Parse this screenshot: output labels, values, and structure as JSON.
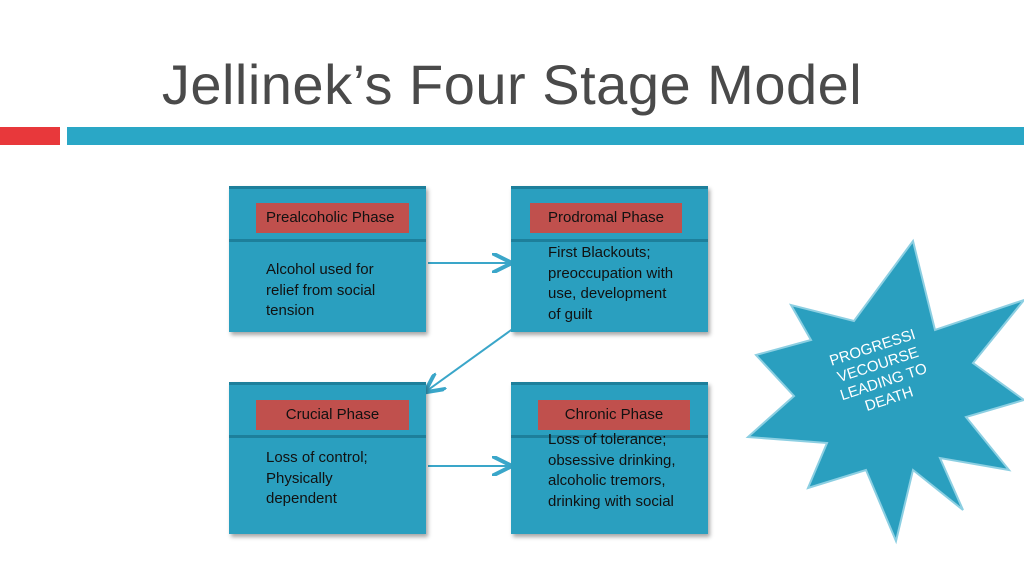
{
  "title": "Jellinek’s Four Stage Model",
  "colors": {
    "accent_red": "#e8383b",
    "accent_blue": "#2aa7c6",
    "box_fill": "#2a9fbf",
    "label_fill": "#c0504d",
    "star_fill": "#2a9fbf"
  },
  "boxes": {
    "prealcoholic": {
      "label": "Prealcoholic Phase",
      "description": "Alcohol used for relief from social tension"
    },
    "prodromal": {
      "label": "Prodromal Phase",
      "description": "First Blackouts; preoccupation with use, development of guilt"
    },
    "crucial": {
      "label": "Crucial Phase",
      "description": "Loss of control; Physically dependent"
    },
    "chronic": {
      "label": "Chronic Phase",
      "description": "Loss of tolerance; obsessive drinking, alcoholic tremors, drinking with social"
    }
  },
  "star": {
    "text": "PROGRESSI VECOURSE LEADING TO DEATH"
  }
}
